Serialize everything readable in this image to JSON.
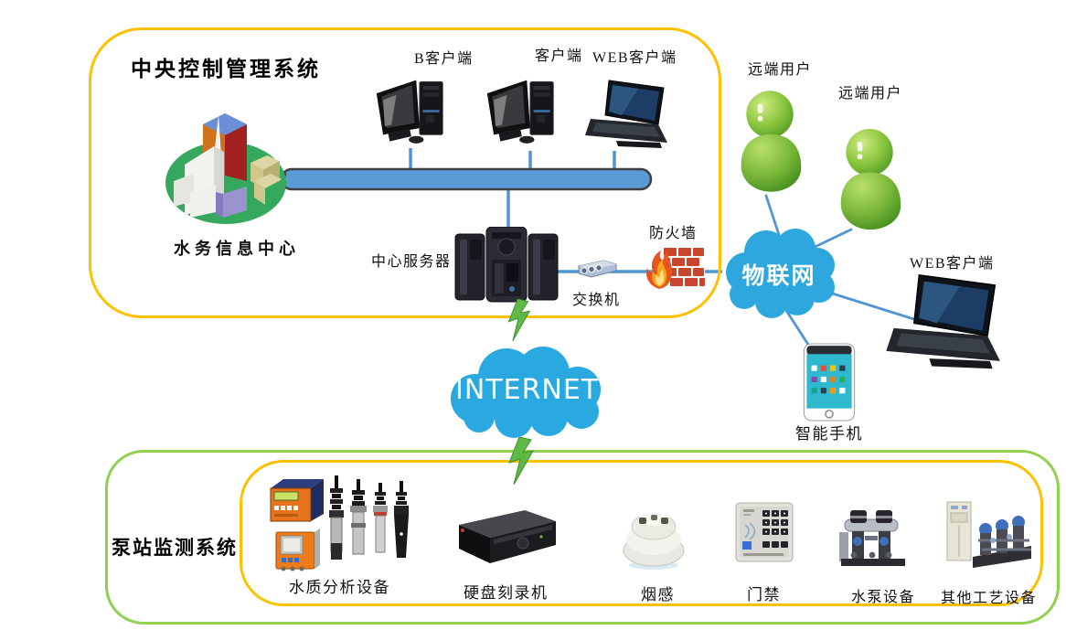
{
  "central_system": {
    "title": "中央控制管理系统",
    "info_center_label": "水务信息中心",
    "clients": [
      {
        "label": "B客户端"
      },
      {
        "label": "客户端"
      },
      {
        "label": "WEB客户端"
      }
    ],
    "server_label": "中心服务器",
    "switch_label": "交换机",
    "firewall_label": "防火墙"
  },
  "wan": {
    "iot_cloud_label": "物联网",
    "internet_cloud_label": "INTERNET",
    "remote_users": [
      {
        "label": "远端用户"
      },
      {
        "label": "远端用户"
      }
    ],
    "web_client_label": "WEB客户端",
    "smartphone_label": "智能手机"
  },
  "pump_station": {
    "title": "泵站监测系统",
    "devices": [
      {
        "label": "水质分析设备"
      },
      {
        "label": "硬盘刻录机"
      },
      {
        "label": "烟感"
      },
      {
        "label": "门禁"
      },
      {
        "label": "水泵设备"
      },
      {
        "label": "其他工艺设备"
      }
    ]
  },
  "colors": {
    "box_yellow": "#FFC000",
    "box_green": "#92D050",
    "cloud_blue": "#29A7DF",
    "line_blue": "#5B9BD5",
    "lightning_green": "#5FB946",
    "user_green": "#8DC63F",
    "firewall_red": "#C9452E"
  }
}
